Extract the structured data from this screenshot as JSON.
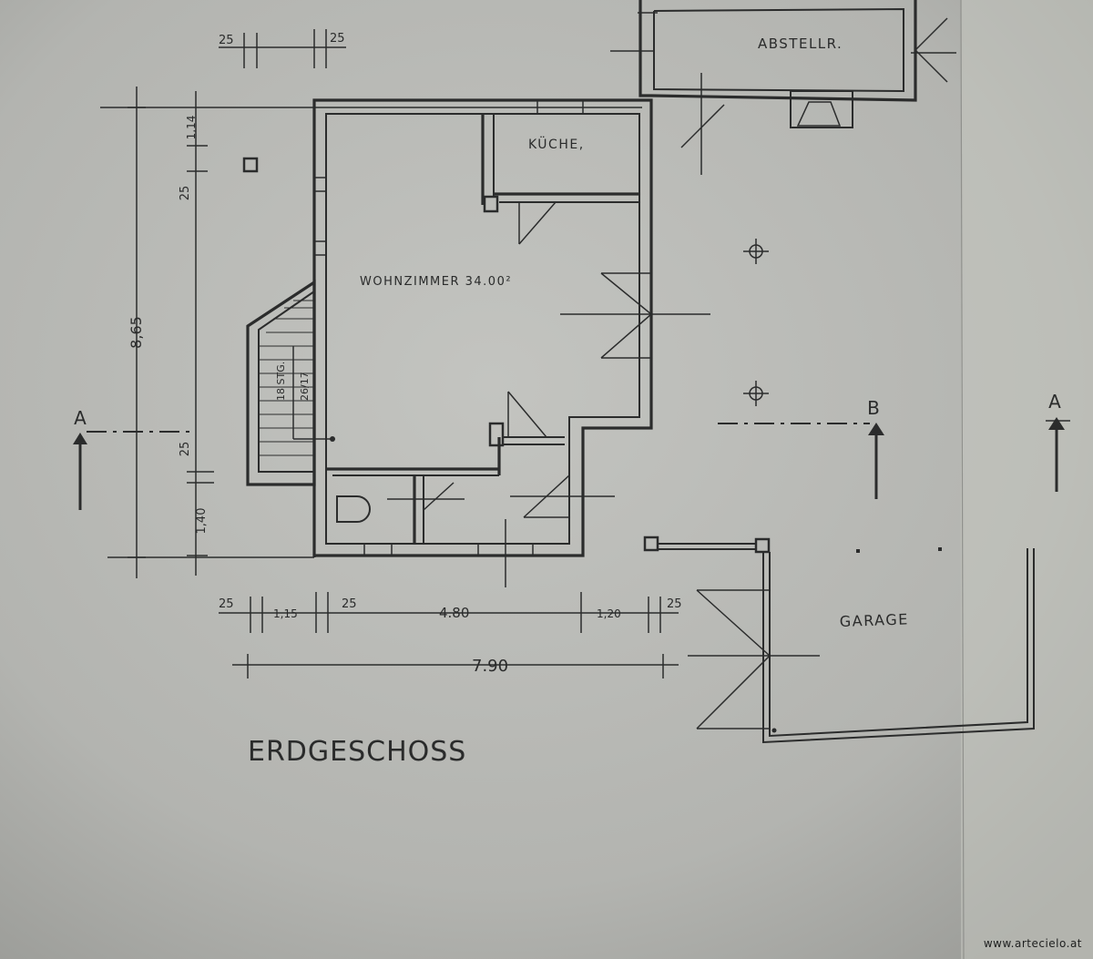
{
  "plan": {
    "title": "ERDGESCHOSS",
    "rooms": {
      "abstellraum": "ABSTELLR.",
      "kueche": "KÜCHE,",
      "wohnzimmer": "WOHNZIMMER 34.00²",
      "garage": "GARAGE"
    },
    "stair": {
      "line1": "18 STG.",
      "line2": "26/17"
    },
    "section_marks": {
      "left": "A",
      "middle": "B",
      "right": "A"
    },
    "dimensions": {
      "top_left": "25",
      "top_right": "25",
      "v_total": "8,65",
      "v_114": "1,14",
      "v_25_top": "25",
      "v_25_bottom": "25",
      "v_140": "1,40",
      "h_25_a": "25",
      "h_115": "1,15",
      "h_25_b": "25",
      "h_480": "4.80",
      "h_120": "1,20",
      "h_25_c": "25",
      "h_total": "7.90"
    },
    "watermark": "www.artecielo.at"
  }
}
